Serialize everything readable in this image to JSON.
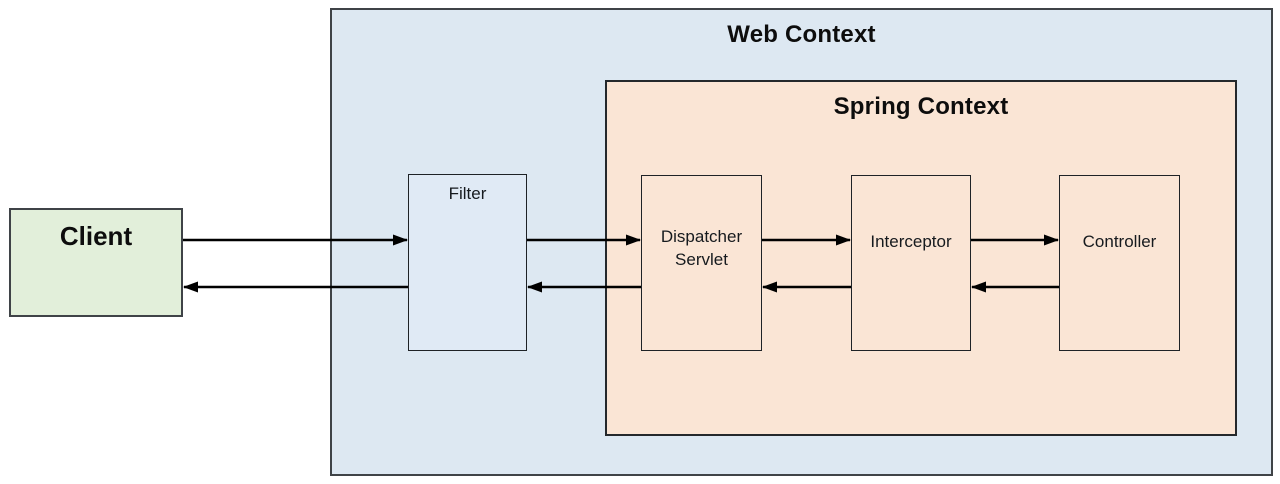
{
  "containers": {
    "web_context": {
      "title": "Web Context",
      "fill": "#dde8f2"
    },
    "spring_context": {
      "title": "Spring Context",
      "fill": "#fae5d5"
    }
  },
  "nodes": {
    "client": {
      "label": "Client",
      "fill": "#e2efda"
    },
    "filter": {
      "label": "Filter",
      "fill": "#e0eaf5"
    },
    "dispatcher_servlet": {
      "label": "Dispatcher Servlet",
      "fill": "#fae5d5"
    },
    "interceptor": {
      "label": "Interceptor",
      "fill": "#fae5d5"
    },
    "controller": {
      "label": "Controller",
      "fill": "#fae5d5"
    }
  },
  "arrows": [
    {
      "from": "client",
      "to": "filter",
      "direction": "forward"
    },
    {
      "from": "filter",
      "to": "dispatcher_servlet",
      "direction": "forward"
    },
    {
      "from": "dispatcher_servlet",
      "to": "interceptor",
      "direction": "forward"
    },
    {
      "from": "interceptor",
      "to": "controller",
      "direction": "forward"
    },
    {
      "from": "controller",
      "to": "interceptor",
      "direction": "return"
    },
    {
      "from": "interceptor",
      "to": "dispatcher_servlet",
      "direction": "return"
    },
    {
      "from": "dispatcher_servlet",
      "to": "filter",
      "direction": "return"
    },
    {
      "from": "filter",
      "to": "client",
      "direction": "return"
    }
  ],
  "colors": {
    "arrow_line": "#000000",
    "outer_border": "#3f4347",
    "inner_border": "#1e2226",
    "page_background": "#ffffff"
  }
}
